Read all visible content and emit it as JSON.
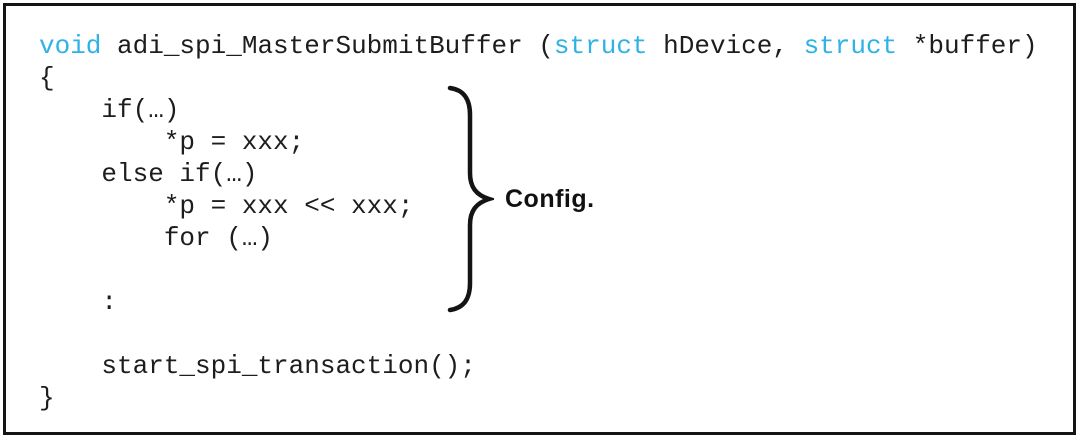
{
  "colors": {
    "keyword": "#30b2e6",
    "text": "#1d1d1d",
    "border": "#141414"
  },
  "annotation": {
    "label": "Config."
  },
  "code": {
    "lines": [
      [
        {
          "t": "void",
          "c": "keyword"
        },
        {
          "t": " adi_spi_MasterSubmitBuffer ("
        },
        {
          "t": "struct",
          "c": "keyword"
        },
        {
          "t": " hDevice, "
        },
        {
          "t": "struct",
          "c": "keyword"
        },
        {
          "t": " *buffer)"
        }
      ],
      [
        {
          "t": "{"
        }
      ],
      [
        {
          "t": "    if(…)"
        }
      ],
      [
        {
          "t": "        *p = xxx;"
        }
      ],
      [
        {
          "t": "    else if(…)"
        }
      ],
      [
        {
          "t": "        *p = xxx << xxx;"
        }
      ],
      [
        {
          "t": "        for (…)"
        }
      ],
      [
        {
          "t": ""
        }
      ],
      [
        {
          "t": "    :"
        }
      ],
      [
        {
          "t": ""
        }
      ],
      [
        {
          "t": "    start_spi_transaction();"
        }
      ],
      [
        {
          "t": "}"
        }
      ]
    ]
  }
}
